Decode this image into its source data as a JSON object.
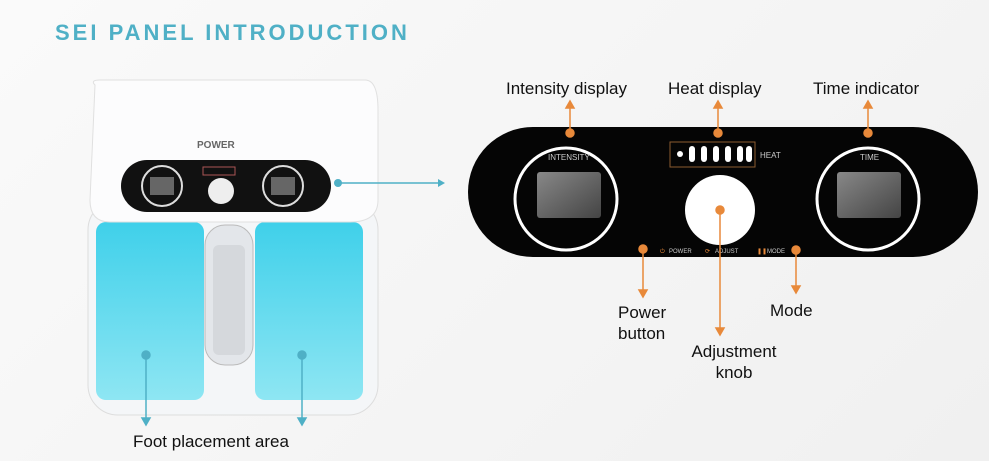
{
  "title": "SEI PANEL INTRODUCTION",
  "device": {
    "brand": "POWER"
  },
  "panel": {
    "intensity": "INTENSITY",
    "heat": "HEAT",
    "time": "TIME",
    "power": "POWER",
    "adjust": "ADJUST",
    "mode": "MODE"
  },
  "callouts": {
    "intensity_display": "Intensity display",
    "heat_display": "Heat display",
    "time_indicator": "Time indicator",
    "power_button": "Power button",
    "adjustment_knob": "Adjustment knob",
    "mode": "Mode",
    "foot_area": "Foot placement area"
  },
  "colors": {
    "accent_teal": "#4fb0c6",
    "callout_orange": "#e8893a",
    "panel": "#050505"
  }
}
